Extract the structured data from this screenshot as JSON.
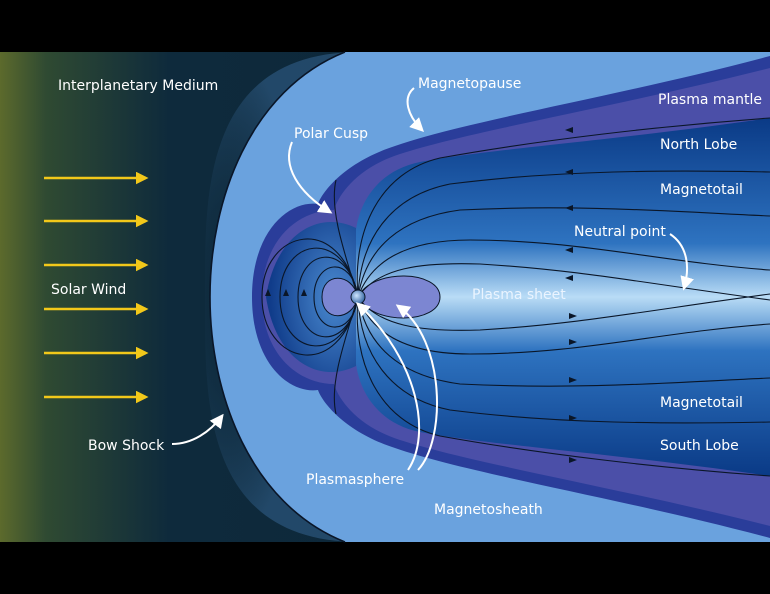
{
  "labels": {
    "interplanetary_medium": "Interplanetary Medium",
    "solar_wind": "Solar Wind",
    "bow_shock": "Bow Shock",
    "polar_cusp": "Polar Cusp",
    "magnetopause": "Magnetopause",
    "plasma_mantle": "Plasma mantle",
    "north_lobe": "North Lobe",
    "magnetotail_upper": "Magnetotail",
    "neutral_point": "Neutral point",
    "plasma_sheet": "Plasma sheet",
    "magnetotail_lower": "Magnetotail",
    "south_lobe": "South Lobe",
    "plasmasphere": "Plasmasphere",
    "magnetosheath": "Magnetosheath"
  },
  "colors": {
    "solar_wind_arrow": "#f2c81a",
    "interplanetary_edge": "#5c6a2c",
    "interplanetary_dark": "#0e2a3c",
    "magnetosheath": "#6aa2de",
    "magnetopause_band": "#2a3d9a",
    "plasma_mantle": "#4b4fa8",
    "lobe": "#0f4d9a",
    "plasma_sheet": "#a8d0f2",
    "plasmasphere": "#7c86d2",
    "field_line": "#0a1628"
  }
}
